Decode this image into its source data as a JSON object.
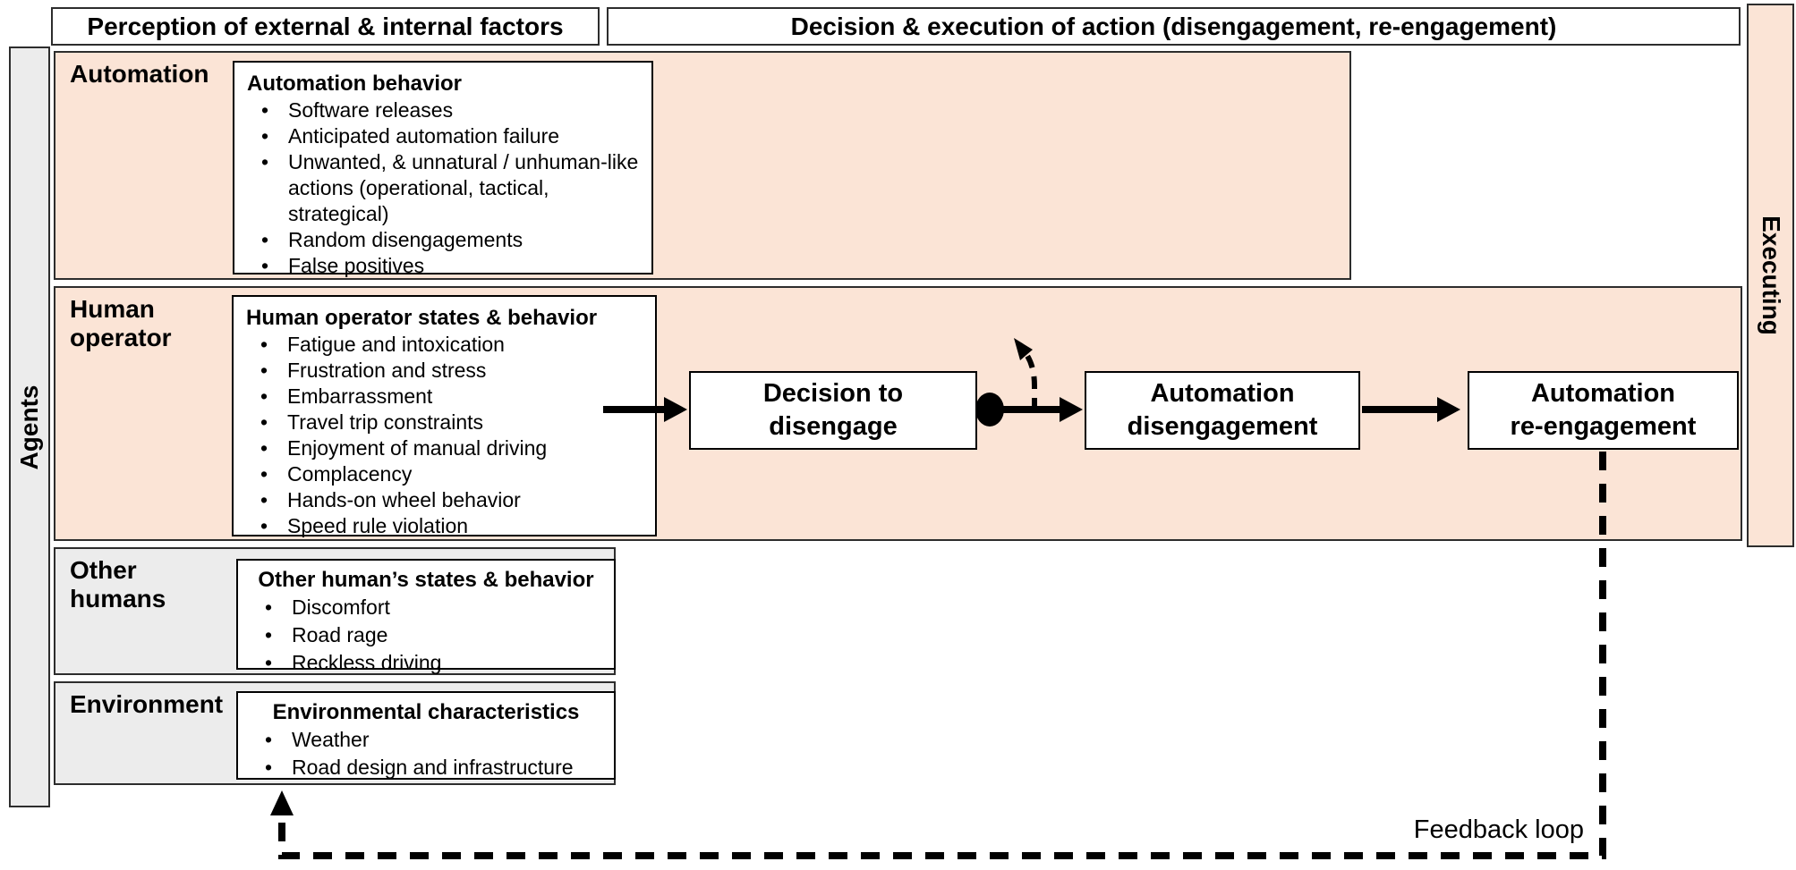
{
  "headers": {
    "perception": "Perception of external & internal factors",
    "decision": "Decision & execution of action (disengagement, re-engagement)"
  },
  "side_labels": {
    "left": "Agents",
    "right": "Executing"
  },
  "rows": [
    {
      "label": "Automation",
      "box_title": "Automation behavior",
      "items": [
        "Software releases",
        "Anticipated automation failure",
        "Unwanted, & unnatural / unhuman-like actions (operational, tactical, strategical)",
        "Random disengagements",
        "False positives"
      ]
    },
    {
      "label": "Human operator",
      "box_title": "Human operator states & behavior",
      "items": [
        "Fatigue and intoxication",
        "Frustration and stress",
        "Embarrassment",
        "Travel trip constraints",
        "Enjoyment of manual driving",
        "Complacency",
        "Hands-on wheel behavior",
        "Speed rule violation"
      ]
    },
    {
      "label": "Other humans",
      "box_title": "Other human’s states & behavior",
      "items": [
        "Discomfort",
        "Road rage",
        "Reckless driving"
      ]
    },
    {
      "label": "Environment",
      "box_title": "Environmental characteristics",
      "items": [
        "Weather",
        "Road design and infrastructure"
      ]
    }
  ],
  "flow": {
    "boxes": [
      {
        "label": "Decision to\ndisengage"
      },
      {
        "label": "Automation\ndisengagement"
      },
      {
        "label": "Automation\nre-engagement"
      }
    ],
    "feedback_label": "Feedback loop"
  },
  "colors": {
    "peach": "#fbe4d6",
    "gray": "#ececec",
    "border": "#2d2d2d",
    "line": "#000000"
  }
}
